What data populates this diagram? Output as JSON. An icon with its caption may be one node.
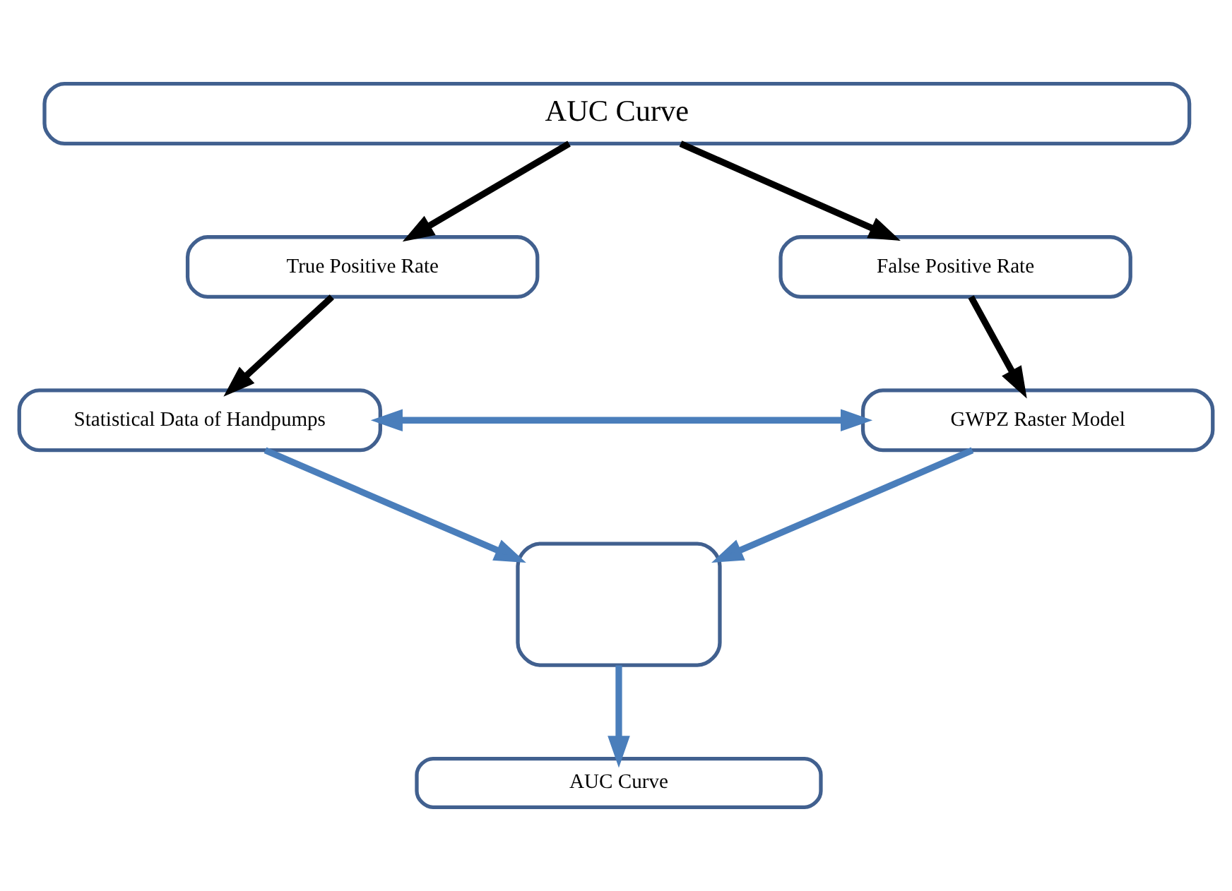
{
  "diagram": {
    "nodes": [
      {
        "text": [
          "AUC Curve"
        ]
      },
      {
        "text": [
          "True Positive Rate"
        ]
      },
      {
        "text": [
          "False Positive Rate"
        ]
      },
      {
        "text": [
          "Statistical Data of Handpumps"
        ]
      },
      {
        "text": [
          "GWPZ Raster Model"
        ]
      },
      {
        "text": [],
        "shape": "box"
      },
      {
        "text": [
          "AUC Curve"
        ]
      }
    ],
    "edges": [
      {
        "from": 0,
        "to": 1,
        "arrow": "to"
      },
      {
        "from": 0,
        "to": 2,
        "arrow": "to"
      },
      {
        "from": 1,
        "to": 3,
        "arrow": "to"
      },
      {
        "from": 2,
        "to": 4,
        "arrow": "to"
      },
      {
        "from": 3,
        "to": 4,
        "arrow": "both",
        "color": "#4a7ebb"
      },
      {
        "from": 3,
        "to": 5,
        "arrow": "to",
        "color": "#4a7ebb"
      },
      {
        "from": 4,
        "to": 5,
        "arrow": "to",
        "color": "#4a7ebb"
      },
      {
        "from": 5,
        "to": 6,
        "arrow": "to",
        "color": "#4a7ebb"
      }
    ]
  }
}
